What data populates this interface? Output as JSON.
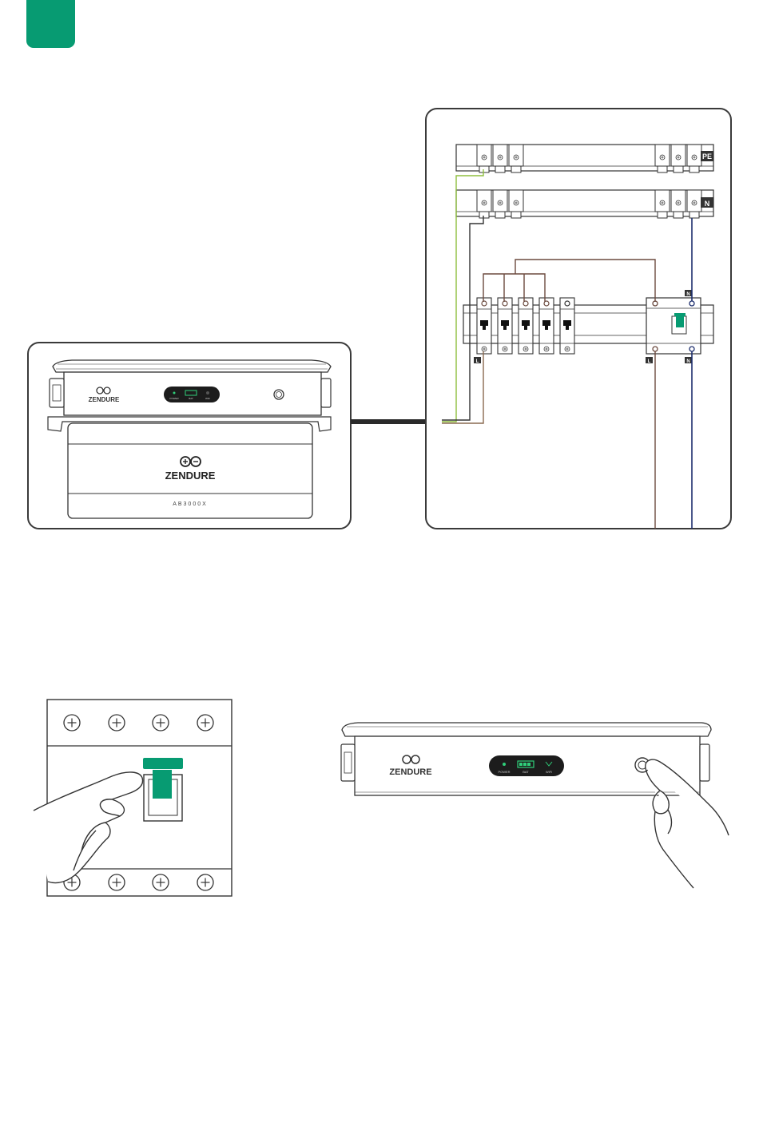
{
  "corner_tab": {
    "color": "#079b72"
  },
  "colors": {
    "accent": "#079b72",
    "wire_brown": "#6b4a3f",
    "wire_blue": "#1e2f6e",
    "wire_green_yellow": "#8fbf3f",
    "line": "#333333",
    "panel_border": "#3a3a3a"
  },
  "wiring_panel": {
    "busbars": [
      {
        "label": "PE"
      },
      {
        "label": "N"
      }
    ],
    "rcd_terminal_labels": {
      "top_n": "N",
      "bottom_l": "L",
      "bottom_n": "N"
    },
    "breaker_rail_label": "L",
    "breaker_count": 5
  },
  "device": {
    "brand_top": "ZENDURE",
    "brand_battery": "ZENDURE",
    "model": "AB3000X",
    "indicator_labels": [
      "POWER",
      "BAT",
      "WiFi"
    ]
  },
  "step_images": {
    "rcd_switch": {
      "action": "switch-on",
      "icon": "hand-pressing-switch"
    },
    "power_button": {
      "action": "press-power-button",
      "icon": "hand-pressing-button",
      "indicator_labels": [
        "POWER",
        "BAT",
        "WiFi"
      ],
      "brand": "ZENDURE"
    }
  }
}
